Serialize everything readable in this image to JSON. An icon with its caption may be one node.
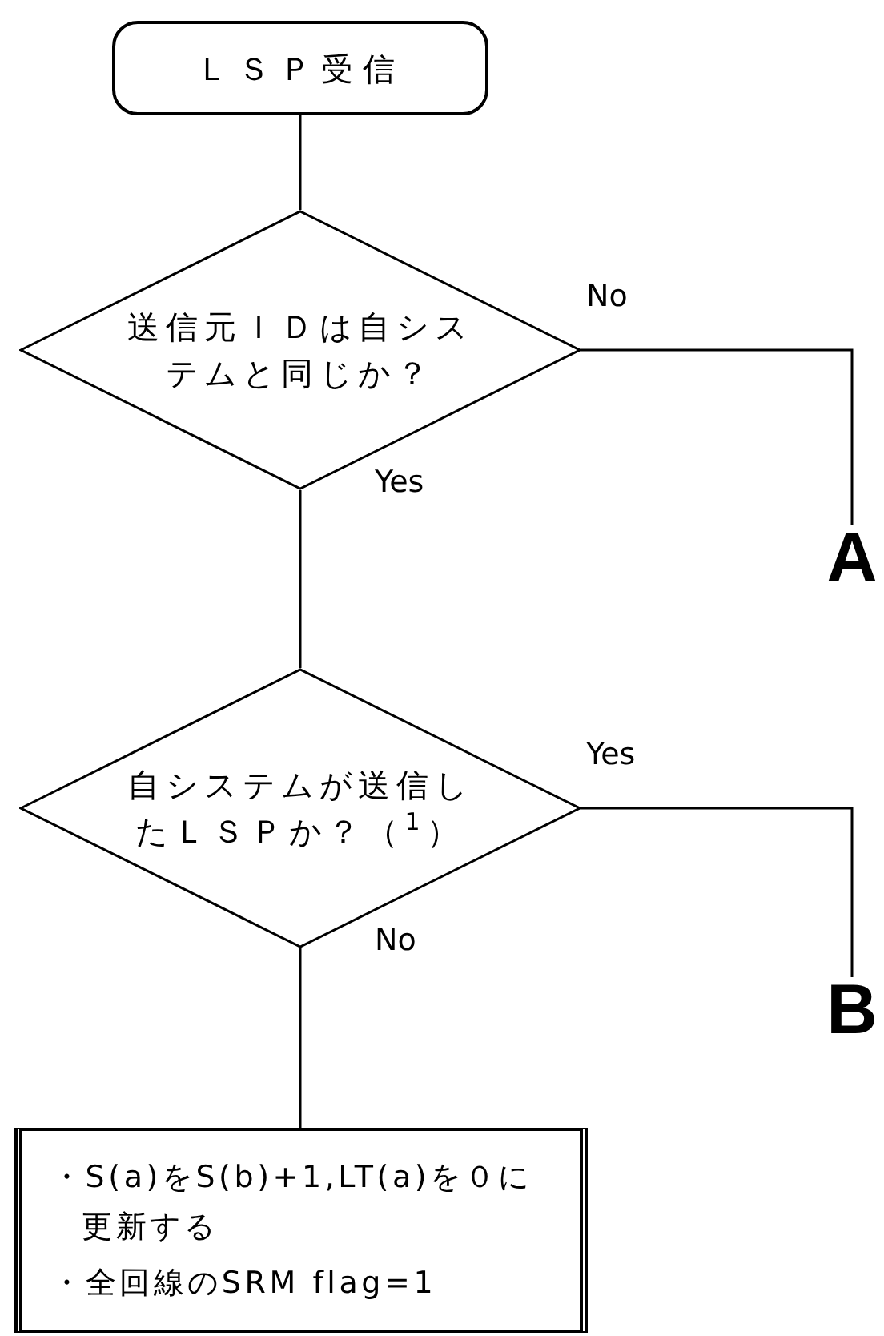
{
  "diagram": {
    "nodes": [
      {
        "text": [
          "ＬＳＰ受信"
        ]
      },
      {
        "text": [
          "送信元ＩＤは自システムと同じか？"
        ]
      },
      {
        "text": [
          "A"
        ]
      },
      {
        "text": [
          "自システムが送信したＬＳＰか？（$^{1}$）"
        ]
      },
      {
        "text": [
          "B"
        ]
      },
      {
        "text": [
          "・S(a)をS(b)+1,LT(a)を０に更新する",
          "・全回線のSRM flag=1"
        ]
      }
    ],
    "edges": [
      {
        "from": 0,
        "to": 1,
        "arrow": "none"
      },
      {
        "from": 1,
        "to": 2,
        "arrow": "none",
        "label": "No"
      },
      {
        "from": 1,
        "to": 3,
        "arrow": "none",
        "label": "Yes"
      },
      {
        "from": 3,
        "to": 4,
        "arrow": "none",
        "label": "Yes"
      },
      {
        "from": 3,
        "to": 5,
        "arrow": "none",
        "label": "No"
      }
    ]
  }
}
